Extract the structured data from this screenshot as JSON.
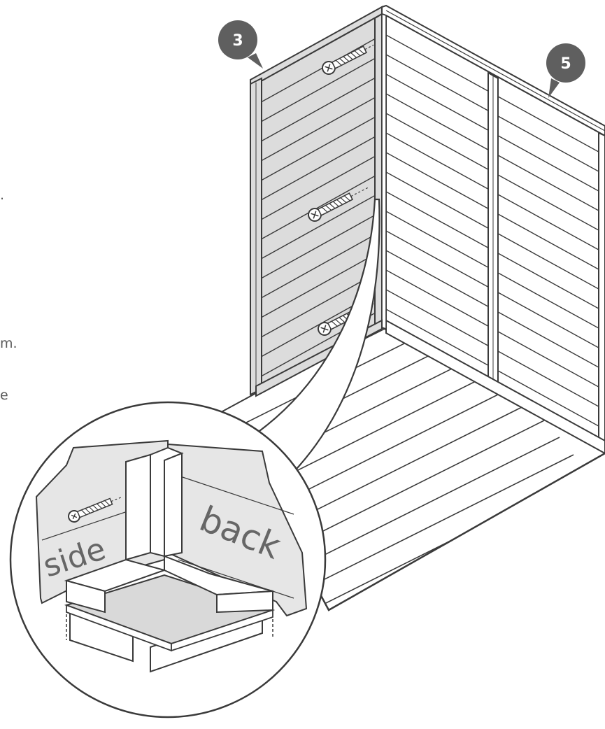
{
  "callouts": {
    "panel_side": "3",
    "panel_back": "5"
  },
  "detail": {
    "label_side": "side",
    "label_back": "back"
  },
  "text_fragments": {
    "line1": ".",
    "line2": "m.",
    "line3": "e"
  }
}
